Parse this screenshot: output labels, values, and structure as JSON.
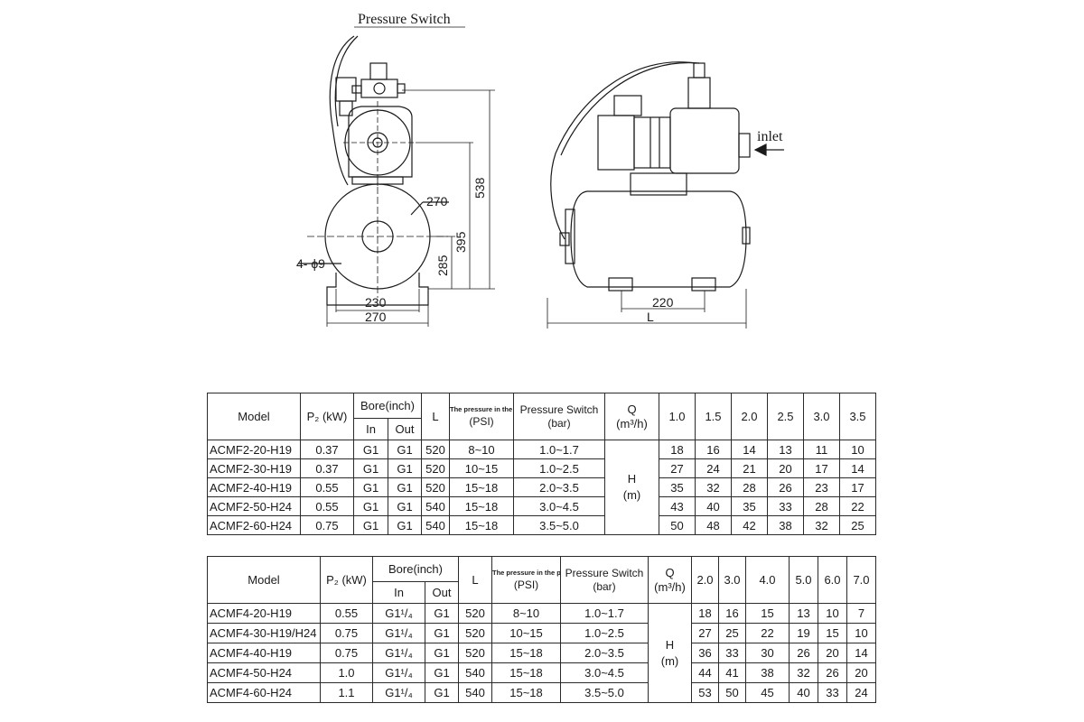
{
  "drawing": {
    "pressure_switch_label": "Pressure Switch",
    "inlet_label": "inlet",
    "dim_270_radius": "270",
    "dim_538": "538",
    "dim_395": "395",
    "dim_285": "285",
    "dim_hole": "4- ϕ9",
    "dim_230": "230",
    "dim_270_base": "270",
    "dim_220": "220",
    "dim_L": "L"
  },
  "table1": {
    "headers": {
      "model": "Model",
      "power": "P₂ (kW)",
      "bore": "Bore(inch)",
      "bore_in": "In",
      "bore_out": "Out",
      "length": "L",
      "pressure_can": "The pressure in the pressure can",
      "psi": "(PSI)",
      "pressure_switch": "Pressure Switch",
      "pressure_switch_unit": "(bar)",
      "q": "Q",
      "q_unit": "(m³/h)",
      "flows": [
        "1.0",
        "1.5",
        "2.0",
        "2.5",
        "3.0",
        "3.5"
      ]
    },
    "h_label": "H",
    "h_unit": "(m)",
    "rows": [
      {
        "model": "ACMF2-20-H19",
        "power": "0.37",
        "in": "G1",
        "out": "G1",
        "L": "520",
        "psi": "8~10",
        "switch": "1.0~1.7",
        "h": [
          "18",
          "16",
          "14",
          "13",
          "11",
          "10"
        ]
      },
      {
        "model": "ACMF2-30-H19",
        "power": "0.37",
        "in": "G1",
        "out": "G1",
        "L": "520",
        "psi": "10~15",
        "switch": "1.0~2.5",
        "h": [
          "27",
          "24",
          "21",
          "20",
          "17",
          "14"
        ]
      },
      {
        "model": "ACMF2-40-H19",
        "power": "0.55",
        "in": "G1",
        "out": "G1",
        "L": "520",
        "psi": "15~18",
        "switch": "2.0~3.5",
        "h": [
          "35",
          "32",
          "28",
          "26",
          "23",
          "17"
        ]
      },
      {
        "model": "ACMF2-50-H24",
        "power": "0.55",
        "in": "G1",
        "out": "G1",
        "L": "540",
        "psi": "15~18",
        "switch": "3.0~4.5",
        "h": [
          "43",
          "40",
          "35",
          "33",
          "28",
          "22"
        ]
      },
      {
        "model": "ACMF2-60-H24",
        "power": "0.75",
        "in": "G1",
        "out": "G1",
        "L": "540",
        "psi": "15~18",
        "switch": "3.5~5.0",
        "h": [
          "50",
          "48",
          "42",
          "38",
          "32",
          "25"
        ]
      }
    ]
  },
  "table2": {
    "headers": {
      "model": "Model",
      "power": "P₂ (kW)",
      "bore": "Bore(inch)",
      "bore_in": "In",
      "bore_out": "Out",
      "length": "L",
      "pressure_can": "The pressure in the pressure can",
      "psi": "(PSI)",
      "pressure_switch": "Pressure Switch",
      "pressure_switch_unit": "(bar)",
      "q": "Q",
      "q_unit": "(m³/h)",
      "flows": [
        "2.0",
        "3.0",
        "4.0",
        "5.0",
        "6.0",
        "7.0"
      ]
    },
    "h_label": "H",
    "h_unit": "(m)",
    "rows": [
      {
        "model": "ACMF4-20-H19",
        "power": "0.55",
        "in": "G1¹/₄",
        "out": "G1",
        "L": "520",
        "psi": "8~10",
        "switch": "1.0~1.7",
        "h": [
          "18",
          "16",
          "15",
          "13",
          "10",
          "7"
        ]
      },
      {
        "model": "ACMF4-30-H19/H24",
        "power": "0.75",
        "in": "G1¹/₄",
        "out": "G1",
        "L": "520",
        "psi": "10~15",
        "switch": "1.0~2.5",
        "h": [
          "27",
          "25",
          "22",
          "19",
          "15",
          "10"
        ]
      },
      {
        "model": "ACMF4-40-H19",
        "power": "0.75",
        "in": "G1¹/₄",
        "out": "G1",
        "L": "520",
        "psi": "15~18",
        "switch": "2.0~3.5",
        "h": [
          "36",
          "33",
          "30",
          "26",
          "20",
          "14"
        ]
      },
      {
        "model": "ACMF4-50-H24",
        "power": "1.0",
        "in": "G1¹/₄",
        "out": "G1",
        "L": "540",
        "psi": "15~18",
        "switch": "3.0~4.5",
        "h": [
          "44",
          "41",
          "38",
          "32",
          "26",
          "20"
        ]
      },
      {
        "model": "ACMF4-60-H24",
        "power": "1.1",
        "in": "G1¹/₄",
        "out": "G1",
        "L": "540",
        "psi": "15~18",
        "switch": "3.5~5.0",
        "h": [
          "53",
          "50",
          "45",
          "40",
          "33",
          "24"
        ]
      }
    ]
  }
}
